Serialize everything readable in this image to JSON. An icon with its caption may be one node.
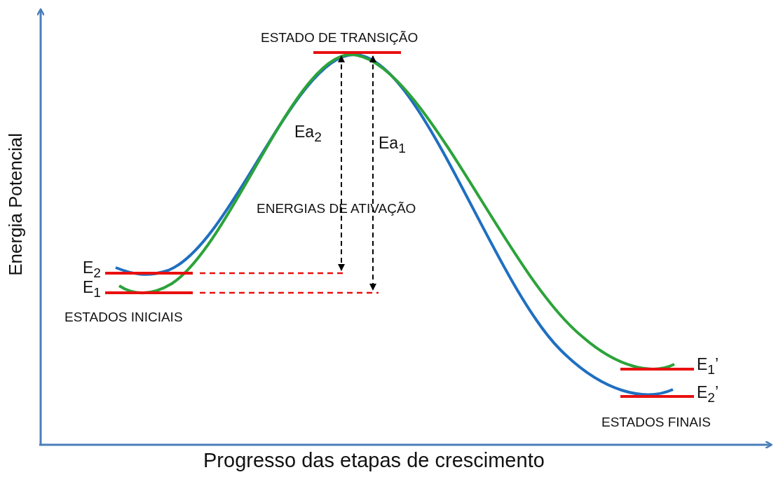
{
  "diagram": {
    "labels": [
      "ESTADO DE TRANSIÇÃO",
      "Ea$_{2}$",
      "Ea$_{1}$",
      "Energia Potencial",
      "ENERGIAS DE ATIVAÇÃO",
      "E$_{2}$",
      "E$_{1}$",
      "ESTADOS INICIAIS",
      "E$_{1}$’",
      "E$_{2}$’",
      "ESTADOS FINAIS",
      "Progresso das etapas de crescimento"
    ]
  }
}
